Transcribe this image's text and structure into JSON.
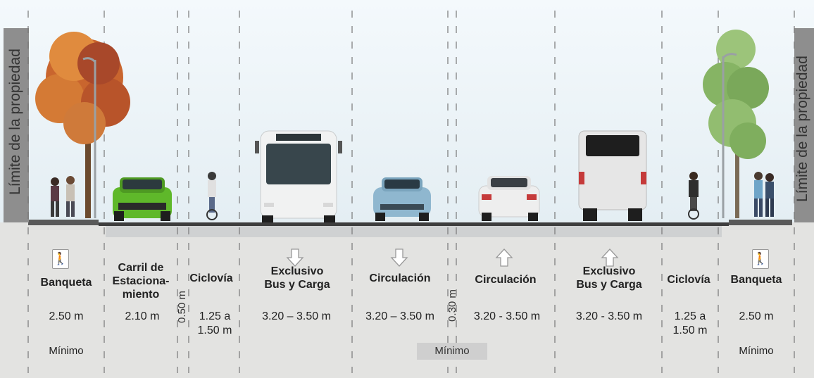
{
  "property_limit_left": "Límite de la propiedad",
  "property_limit_right": "Límite de la propiedad",
  "lanes": [
    {
      "name": "Banqueta",
      "width": "2.50 m",
      "note": "Mínimo"
    },
    {
      "name": "Carril de Estaciona-miento",
      "line1": "Carril de",
      "line2": "Estaciona-",
      "line3": "miento",
      "width": "2.10 m"
    },
    {
      "name": "Ciclovía",
      "width_line1": "1.25 a",
      "width_line2": "1.50 m"
    },
    {
      "name_line1": "Exclusivo",
      "name_line2": "Bus y Carga",
      "width": "3.20 – 3.50 m",
      "direction": "down"
    },
    {
      "name": "Circulación",
      "width": "3.20 – 3.50 m",
      "direction": "down"
    },
    {
      "name": "Circulación",
      "width": "3.20 - 3.50 m",
      "direction": "up"
    },
    {
      "name_line1": "Exclusivo",
      "name_line2": "Bus y Carga",
      "width": "3.20 - 3.50 m",
      "direction": "up"
    },
    {
      "name": "Ciclovía",
      "width_line1": "1.25 a",
      "width_line2": "1.50 m"
    },
    {
      "name": "Banqueta",
      "width": "2.50 m",
      "note": "Mínimo"
    }
  ],
  "buffer_left": "0.50 m",
  "median": "0.30 m",
  "center_note": "Mínimo",
  "colors": {
    "sky": "#e9f3f8",
    "ground": "#e2e2e0",
    "road": "#bfc2c4",
    "curb": "#4a4a4a",
    "foliage_left": "#c4622a",
    "foliage_right": "#8cb86a"
  }
}
